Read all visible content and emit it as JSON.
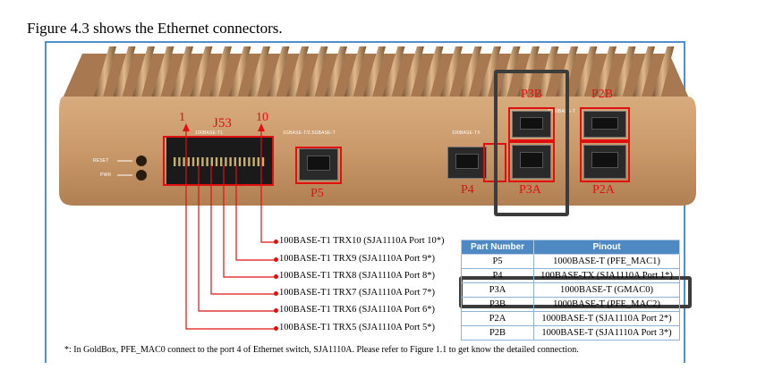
{
  "caption": "Figure 4.3 shows the Ethernet connectors.",
  "device": {
    "text_labels": {
      "reset": "RESET",
      "pwr": "PWR",
      "j53_port_label": "100BASE-T1",
      "gbe_port_label": "1GBASE-T/2.5GBASE-T",
      "fe_port_label": "100BASE-TX",
      "right_port_label": "1000BASE-T"
    },
    "callouts": {
      "pin_1": "1",
      "j53": "J53",
      "pin_10": "10",
      "p5": "P5",
      "p4": "P4",
      "p3a": "P3A",
      "p2a": "P2A",
      "p3b": "P3B",
      "p2b": "P2B"
    }
  },
  "annotations": [
    "100BASE-T1 TRX10 (SJA1110A Port 10*)",
    "100BASE-T1 TRX9 (SJA1110A Port 9*)",
    "100BASE-T1 TRX8 (SJA1110A Port 8*)",
    "100BASE-T1 TRX7 (SJA1110A Port 7*)",
    "100BASE-T1 TRX6 (SJA1110A Port 6*)",
    "100BASE-T1 TRX5 (SJA1110A Port 5*)"
  ],
  "table": {
    "headers": [
      "Part Number",
      "Pinout"
    ],
    "rows": [
      {
        "part": "P5",
        "pinout": "1000BASE-T (PFE_MAC1)"
      },
      {
        "part": "P4",
        "pinout": "100BASE-TX (SJA1110A Port 1*)"
      },
      {
        "part": "P3A",
        "pinout": "1000BASE-T (GMAC0)"
      },
      {
        "part": "P3B",
        "pinout": "1000BASE-T (PFE_MAC2)"
      },
      {
        "part": "P2A",
        "pinout": "1000BASE-T (SJA1110A Port 2*)"
      },
      {
        "part": "P2B",
        "pinout": "1000BASE-T (SJA1110A Port 3*)"
      }
    ]
  },
  "footnote": "*: In GoldBox, PFE_MAC0 connect to the port 4 of Ethernet switch, SJA1110A. Please refer to Figure 1.1 to get know the detailed connection.",
  "colors": {
    "callout_red": "#e01010",
    "frame_blue": "#4d8fcf",
    "highlight_gray": "#3c3c3c",
    "table_header": "#4e89c4",
    "device_gold": "#c9996a"
  }
}
